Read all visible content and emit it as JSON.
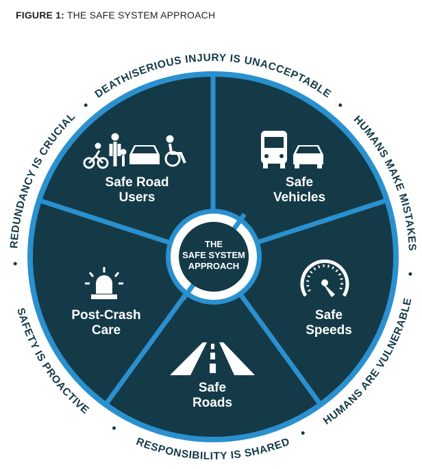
{
  "title": {
    "prefix": "FIGURE 1:",
    "text": "THE SAFE SYSTEM APPROACH"
  },
  "colors": {
    "dark": "#153a47",
    "ring": "#2a90cf",
    "white": "#ffffff",
    "label": "#143a48"
  },
  "center": {
    "line1": "THE",
    "line2": "SAFE SYSTEM",
    "line3": "APPROACH"
  },
  "segments": [
    {
      "line1": "Safe Road",
      "line2": "Users",
      "icon": "road-users-icon"
    },
    {
      "line1": "Safe",
      "line2": "Vehicles",
      "icon": "vehicles-icon"
    },
    {
      "line1": "Safe",
      "line2": "Speeds",
      "icon": "speedometer-icon"
    },
    {
      "line1": "Safe",
      "line2": "Roads",
      "icon": "road-icon"
    },
    {
      "line1": "Post-Crash",
      "line2": "Care",
      "icon": "siren-icon"
    }
  ],
  "principles": [
    {
      "text": "DEATH/SERIOUS INJURY IS UNACCEPTABLE",
      "bearing": 0
    },
    {
      "text": "HUMANS MAKE MISTAKES",
      "bearing": 67
    },
    {
      "text": "HUMANS ARE VULNERABLE",
      "bearing": 124
    },
    {
      "text": "RESPONSIBILITY IS SHARED",
      "bearing": 180
    },
    {
      "text": "SAFETY IS PROACTIVE",
      "bearing": 237
    },
    {
      "text": "REDUNDANCY IS CRUCIAL",
      "bearing": 294
    }
  ],
  "separator_bearings": [
    40,
    95,
    153,
    210,
    268,
    320
  ]
}
